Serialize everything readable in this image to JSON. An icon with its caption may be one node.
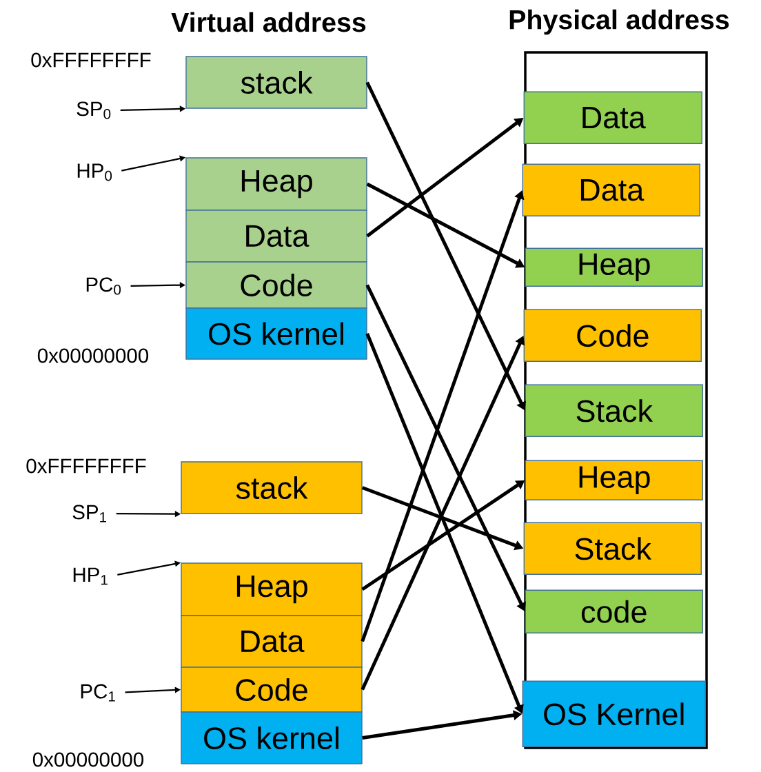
{
  "diagram": {
    "nodes": [
      {
        "text": [
          "stack"
        ]
      },
      {
        "text": [
          "Heap"
        ]
      },
      {
        "text": [
          "Data"
        ]
      },
      {
        "text": [
          "Code"
        ]
      },
      {
        "text": [
          "OS kernel"
        ]
      },
      {
        "text": [
          "stack"
        ]
      },
      {
        "text": [
          "Heap"
        ]
      },
      {
        "text": [
          "Data"
        ]
      },
      {
        "text": [
          "Code"
        ]
      },
      {
        "text": [
          "OS kernel"
        ]
      },
      {
        "text": [],
        "shape": "box"
      },
      {
        "text": [
          "Data"
        ],
        "in": 10
      },
      {
        "text": [
          "Data"
        ],
        "in": 10
      },
      {
        "text": [
          "Heap"
        ],
        "in": 10
      },
      {
        "text": [
          "Code"
        ],
        "in": 10
      },
      {
        "text": [
          "Stack"
        ],
        "in": 10
      },
      {
        "text": [
          "Heap"
        ],
        "in": 10
      },
      {
        "text": [
          "Stack"
        ],
        "in": 10
      },
      {
        "text": [
          "code"
        ],
        "in": 10
      },
      {
        "text": [
          "OS Kernel"
        ],
        "in": 10
      },
      {
        "text": [
          "SP$_{0}$"
        ]
      },
      {
        "text": [
          "HP$_{0}$"
        ]
      },
      {
        "text": [
          "PC$_{0}$"
        ]
      },
      {
        "text": [
          "SP$_{1}$"
        ]
      },
      {
        "text": [
          "HP$_{1}$"
        ]
      },
      {
        "text": [
          "PC$_{1}$"
        ]
      }
    ],
    "edges": [
      {
        "from": 0,
        "to": 15,
        "arrow": "to"
      },
      {
        "from": 1,
        "to": 13,
        "arrow": "to"
      },
      {
        "from": 2,
        "to": 11,
        "arrow": "to"
      },
      {
        "from": 3,
        "to": 18,
        "arrow": "to"
      },
      {
        "from": 4,
        "to": 19,
        "arrow": "to"
      },
      {
        "from": 5,
        "to": 17,
        "arrow": "to"
      },
      {
        "from": 6,
        "to": 16,
        "arrow": "to"
      },
      {
        "from": 7,
        "to": 12,
        "arrow": "to"
      },
      {
        "from": 8,
        "to": 14,
        "arrow": "to"
      },
      {
        "from": 9,
        "to": 19,
        "arrow": "to"
      },
      {
        "from": 20,
        "to": 0,
        "arrow": "to"
      },
      {
        "from": 21,
        "to": 1,
        "arrow": "to"
      },
      {
        "from": 22,
        "to": 3,
        "arrow": "to"
      },
      {
        "from": 23,
        "to": 5,
        "arrow": "to"
      },
      {
        "from": 24,
        "to": 6,
        "arrow": "to"
      },
      {
        "from": 25,
        "to": 8,
        "arrow": "to"
      }
    ],
    "labels": [
      "Virtual address",
      "Physical address",
      "0xFFFFFFFF",
      "0x00000000",
      "0xFFFFFFFF",
      "0x00000000"
    ]
  }
}
